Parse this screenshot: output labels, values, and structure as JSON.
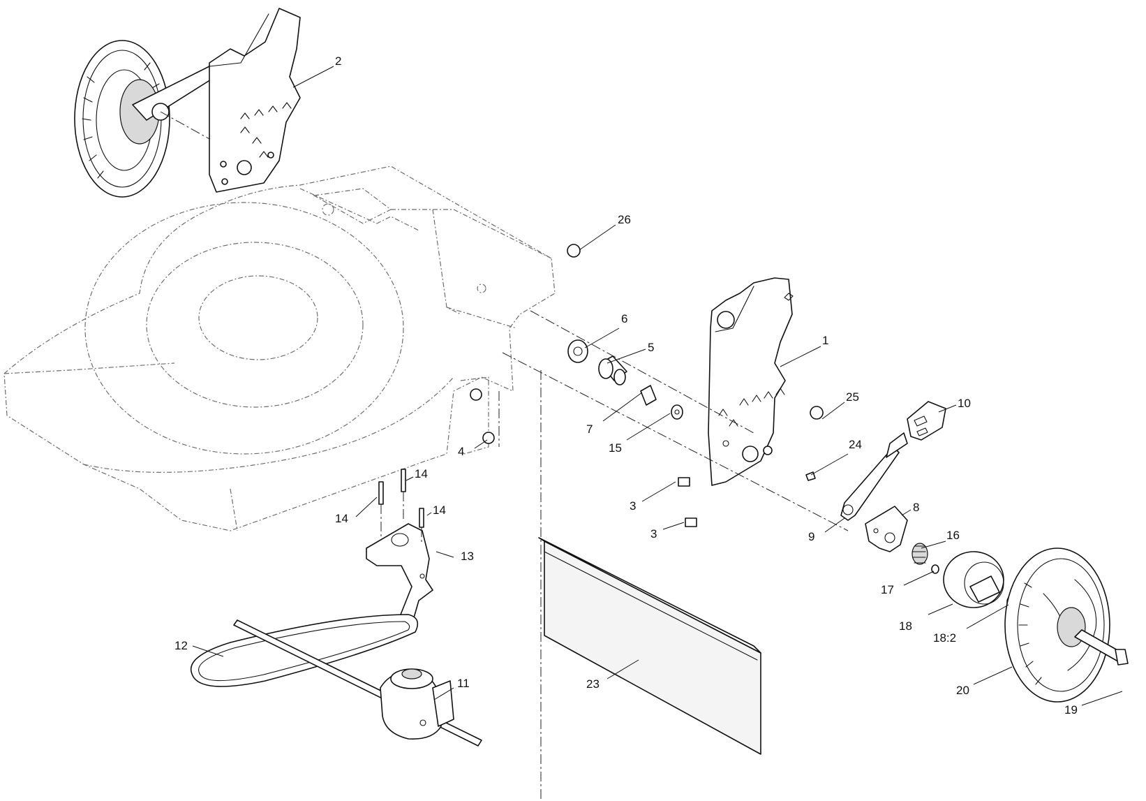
{
  "callouts": [
    {
      "id": "c-2",
      "text": "2"
    },
    {
      "id": "c-26",
      "text": "26"
    },
    {
      "id": "c-6",
      "text": "6"
    },
    {
      "id": "c-5",
      "text": "5"
    },
    {
      "id": "c-1",
      "text": "1"
    },
    {
      "id": "c-25",
      "text": "25"
    },
    {
      "id": "c-10",
      "text": "10"
    },
    {
      "id": "c-7",
      "text": "7"
    },
    {
      "id": "c-15",
      "text": "15"
    },
    {
      "id": "c-4",
      "text": "4"
    },
    {
      "id": "c-24",
      "text": "24"
    },
    {
      "id": "c-3a",
      "text": "3"
    },
    {
      "id": "c-3b",
      "text": "3"
    },
    {
      "id": "c-14a",
      "text": "14"
    },
    {
      "id": "c-14b",
      "text": "14"
    },
    {
      "id": "c-14c",
      "text": "14"
    },
    {
      "id": "c-8",
      "text": "8"
    },
    {
      "id": "c-9",
      "text": "9"
    },
    {
      "id": "c-13",
      "text": "13"
    },
    {
      "id": "c-16",
      "text": "16"
    },
    {
      "id": "c-17",
      "text": "17"
    },
    {
      "id": "c-18",
      "text": "18"
    },
    {
      "id": "c-18-2",
      "text": "18:2"
    },
    {
      "id": "c-12",
      "text": "12"
    },
    {
      "id": "c-11",
      "text": "11"
    },
    {
      "id": "c-23",
      "text": "23"
    },
    {
      "id": "c-20",
      "text": "20"
    },
    {
      "id": "c-19",
      "text": "19"
    }
  ]
}
